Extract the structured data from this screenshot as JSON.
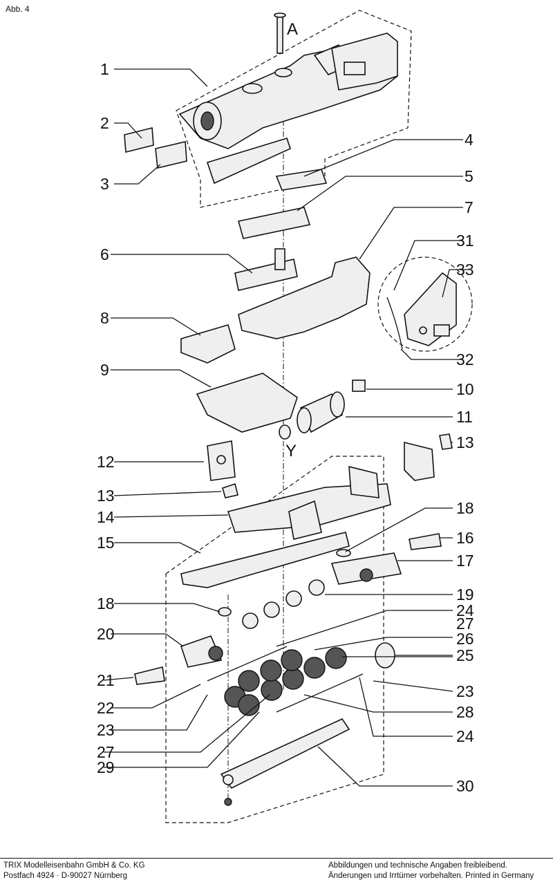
{
  "figure_label": "Abb. 4",
  "letters": {
    "a": "A",
    "y": "Y"
  },
  "callouts": [
    "1",
    "2",
    "3",
    "4",
    "5",
    "6",
    "7",
    "8",
    "9",
    "10",
    "11",
    "12",
    "13",
    "13",
    "14",
    "15",
    "16",
    "17",
    "18",
    "18",
    "19",
    "20",
    "21",
    "22",
    "23",
    "23",
    "24",
    "24",
    "25",
    "26",
    "27",
    "27",
    "28",
    "29",
    "30",
    "31",
    "32",
    "33"
  ],
  "footer": {
    "left_line1": "TRIX Modelleisenbahn GmbH & Co. KG",
    "left_line2": "Postfach 4924 · D-90027 Nürnberg",
    "right_line1": "Abbildungen und technische Angaben freibleibend.",
    "right_line2": "Änderungen und Irrtümer vorbehalten. Printed in Germany"
  }
}
